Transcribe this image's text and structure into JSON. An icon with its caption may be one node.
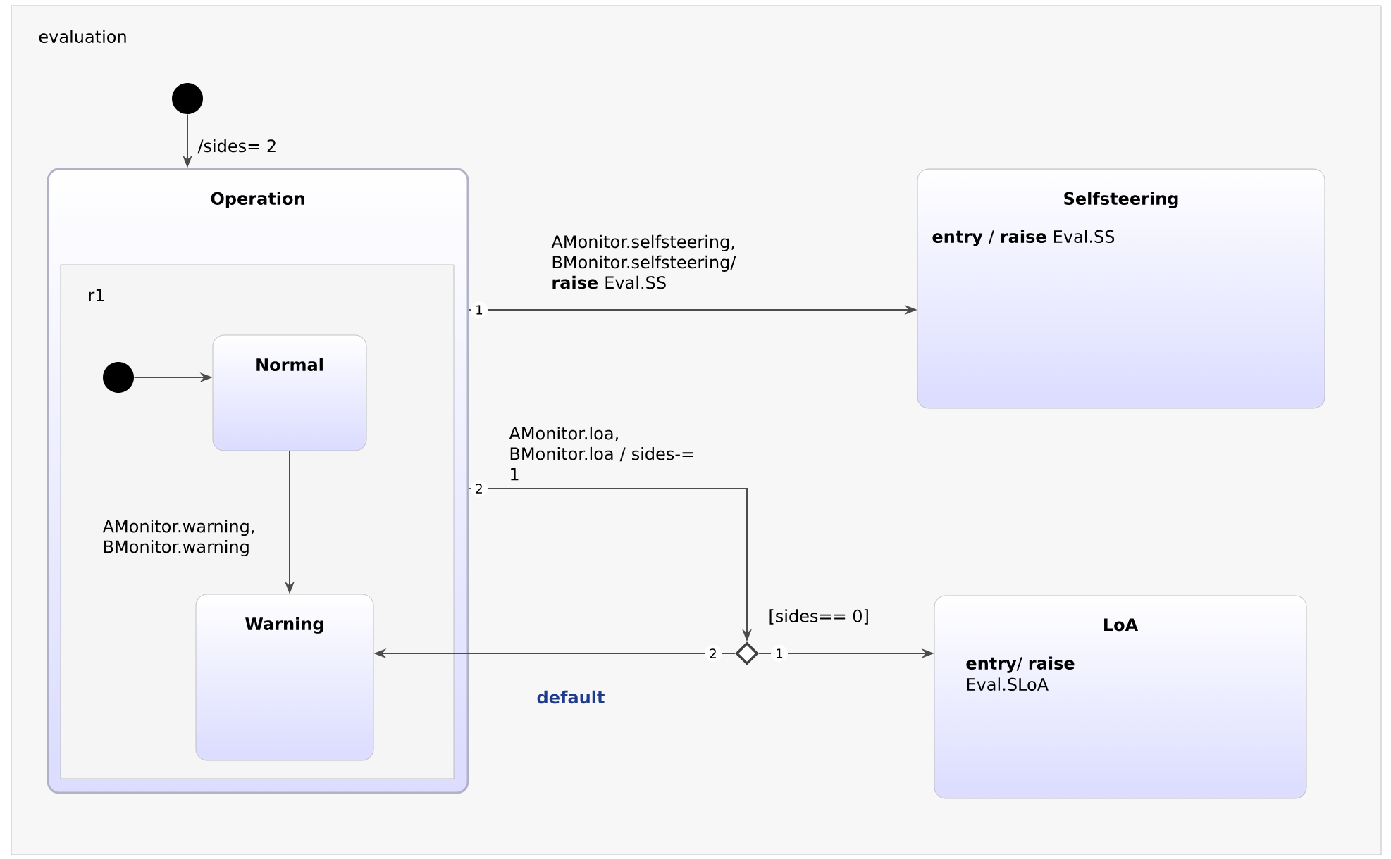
{
  "diagram": {
    "nodes": [
      {
        "text": [
          "evaluation"
        ]
      },
      {
        "text": [],
        "shape": "circle",
        "in": 0
      },
      {
        "text": [
          "Operation"
        ],
        "in": 0
      },
      {
        "text": [
          "r1"
        ],
        "in": 2
      },
      {
        "text": [],
        "shape": "circle",
        "in": 3
      },
      {
        "text": [
          "Normal"
        ],
        "in": 3
      },
      {
        "text": [
          "Warning"
        ],
        "in": 3
      },
      {
        "text": [
          "Selfsteering",
          "**entry** / **raise** Eval.SS"
        ],
        "in": 0
      },
      {
        "text": [],
        "shape": "diamond",
        "in": 0
      },
      {
        "text": [
          "LoA",
          "**entry**/ **raise** Eval.SLoA"
        ],
        "in": 0
      }
    ],
    "edges": [
      {
        "from": 1,
        "to": 2,
        "arrow": "to",
        "label": "/sides= 2"
      },
      {
        "from": 4,
        "to": 5,
        "arrow": "to"
      },
      {
        "from": 5,
        "to": 6,
        "arrow": "to",
        "label": "AMonitor.warning, BMonitor.warning"
      },
      {
        "from": 2,
        "to": 7,
        "arrow": "to",
        "label": "AMonitor.selfsteering, BMonitor.selfsteering/ **raise** Eval.SS"
      },
      {
        "from": 2,
        "to": 8,
        "arrow": "to",
        "label": "AMonitor.loa, BMonitor.loa / sides-= 1"
      },
      {
        "from": 8,
        "to": 9,
        "arrow": "to",
        "label": "[sides== 0]"
      },
      {
        "from": 8,
        "to": 6,
        "arrow": "to",
        "label": "default"
      }
    ],
    "labels": [
      "1",
      "2",
      "2",
      "1"
    ]
  }
}
